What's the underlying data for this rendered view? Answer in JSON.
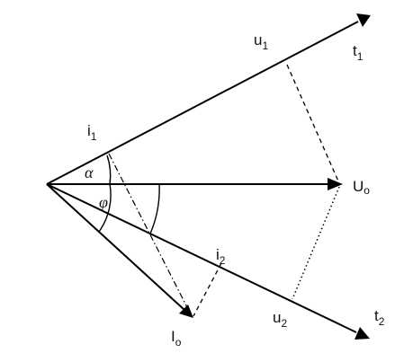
{
  "labels": {
    "t1": {
      "main": "t",
      "sub": "1"
    },
    "u1": {
      "main": "u",
      "sub": "1"
    },
    "i1": {
      "main": "i",
      "sub": "1"
    },
    "alpha": "α",
    "phi": "φ",
    "Uo": {
      "main": "U",
      "sub": "o"
    },
    "i2": {
      "main": "i",
      "sub": "2"
    },
    "Io": {
      "main": "I",
      "sub": "o"
    },
    "u2": {
      "main": "u",
      "sub": "2"
    },
    "t2": {
      "main": "t",
      "sub": "2"
    }
  }
}
